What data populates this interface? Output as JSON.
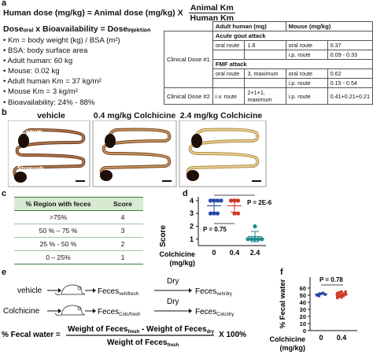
{
  "panel_labels": {
    "a": "a",
    "b": "b",
    "c": "c",
    "d": "d",
    "e": "e",
    "f": "f"
  },
  "panel_a": {
    "formula1_lhs": "Human dose (mg/kg) = Animal dose (mg/kg) X",
    "formula1_num": "Animal Km",
    "formula1_den": "Human Km",
    "formula2": "Doseₒᵣₐₗ x Bioavailability = Doseᵢₙⱼₑₖₜᵢₒₙ",
    "bullets": [
      "Km = body weight (kg) / BSA (m²)",
      "BSA: body surface area",
      "Adult human: 60 kg",
      "Mouse: 0.02 kg",
      "Adult human Km = 37 kg/m²",
      "Mouse Km = 3 kg/m²",
      "Bioavailability: 24% - 88%"
    ],
    "table": {
      "col_human": "Adult human (mg)",
      "col_mouse": "Mouse (mg/kg)",
      "clinical1": "Clinical Dose #1",
      "clinical2": "Clinical Dose #2",
      "acute": "Acute gout attack",
      "fmf": "FMF attack",
      "r1": [
        "oral route",
        "1.8",
        "oral route",
        "0.37"
      ],
      "r2": [
        "i.p. route",
        "0.09 - 0.33"
      ],
      "r3": [
        "oral route",
        "3, maximum",
        "oral route",
        "0.62"
      ],
      "r4": [
        "i.p. route",
        "0.15 - 0.54"
      ],
      "r5": [
        "i.v. route",
        "2+1+1, maximum",
        "i.p. route",
        "0.41+0.21+0.21"
      ]
    }
  },
  "panel_b": {
    "titles": [
      "vehicle",
      "0.4 mg/kg Colchicine",
      "2.4 mg/kg Colchicine"
    ],
    "cecum": "Cecum",
    "stomach": "Stomach"
  },
  "panel_c": {
    "headers": [
      "% Region with feces",
      "Score"
    ],
    "rows": [
      [
        ">75%",
        "4"
      ],
      [
        "50 % – 75 %",
        "3"
      ],
      [
        "25 % - 50 %",
        "2"
      ],
      [
        "0 – 25%",
        "1"
      ]
    ]
  },
  "chart_data": [
    {
      "type": "scatter",
      "panel": "d",
      "ylabel": "Score",
      "xlabel": "Colchicine (mg/kg)",
      "categories": [
        "0",
        "0.4",
        "2.4"
      ],
      "yticks": [
        "1",
        "2",
        "3",
        "4"
      ],
      "ylim": [
        0.5,
        4.3
      ],
      "series_colors": [
        "#2b4aa8",
        "#cf3b2a",
        "#1f8a8a"
      ],
      "points": [
        [
          4,
          4,
          4,
          4,
          3,
          3,
          3
        ],
        [
          4,
          4,
          4,
          3,
          3
        ],
        [
          2,
          1,
          1,
          1,
          1,
          1
        ]
      ],
      "means": [
        3.6,
        3.6,
        1.2
      ],
      "sd": [
        0.5,
        0.5,
        0.4
      ],
      "annotations": {
        "p_top": "P = 2E-6",
        "p_inner": "P = 0.75"
      }
    },
    {
      "type": "scatter",
      "panel": "f",
      "ylabel": "% Fecal water",
      "xlabel": "Colchicine (mg/kg)",
      "categories": [
        "0",
        "0.4"
      ],
      "yticks": [
        "0",
        "10",
        "20",
        "30",
        "40",
        "50",
        "60"
      ],
      "ylim": [
        0,
        60
      ],
      "series_colors": [
        "#2b4aa8",
        "#cf3b2a"
      ],
      "points": [
        [
          50,
          51,
          52,
          53,
          51,
          50,
          49,
          52,
          53,
          51,
          50,
          52
        ],
        [
          46,
          48,
          50,
          51,
          52,
          53,
          54,
          55,
          49,
          51,
          50,
          53,
          47,
          52,
          55,
          48
        ]
      ],
      "means": [
        51.5,
        51
      ],
      "sd": [
        1.5,
        2.8
      ],
      "annotations": {
        "p": "P = 0.78"
      }
    }
  ],
  "panel_d_text": {
    "p_top": "P = 2E-6",
    "p_inner": "P = 0.75",
    "ylabel": "Score",
    "xlabel1": "Colchicine",
    "xlabel2": "(mg/kg)",
    "x0": "0",
    "x1": "0.4",
    "x2": "2.4",
    "y1": "1",
    "y2": "2",
    "y3": "3",
    "y4": "4"
  },
  "panel_e": {
    "vehicle": "vehicle",
    "colchicine": "Colchicine",
    "dry1": "Dry",
    "dry2": "Dry",
    "feces_veh_fresh": "Feces",
    "sub_veh_fresh": "veh/fresh",
    "feces_veh_dry": "Feces",
    "sub_veh_dry": "veh/dry",
    "feces_colc_fresh": "Feces",
    "sub_colc_fresh": "Colc/fresh",
    "feces_colc_dry": "Feces",
    "sub_colc_dry": "Colc/dry",
    "eq_lhs": "% Fecal water =",
    "eq_num": "Weight of Feces",
    "eq_num_sub1": "fresh",
    "eq_num_mid": " - Weight of Feces",
    "eq_num_sub2": "dry",
    "eq_den": "Weight of Feces",
    "eq_den_sub": "fresh",
    "eq_rhs": "X 100%"
  },
  "panel_f_text": {
    "p": "P = 0.78",
    "ylabel": "% Fecal water",
    "xlabel1": "Colchicine",
    "xlabel2": "(mg/kg)",
    "x0": "0",
    "x1": "0.4",
    "yt0": "0",
    "yt10": "10",
    "yt20": "20",
    "yt30": "30",
    "yt40": "40",
    "yt50": "50",
    "yt60": "60"
  }
}
